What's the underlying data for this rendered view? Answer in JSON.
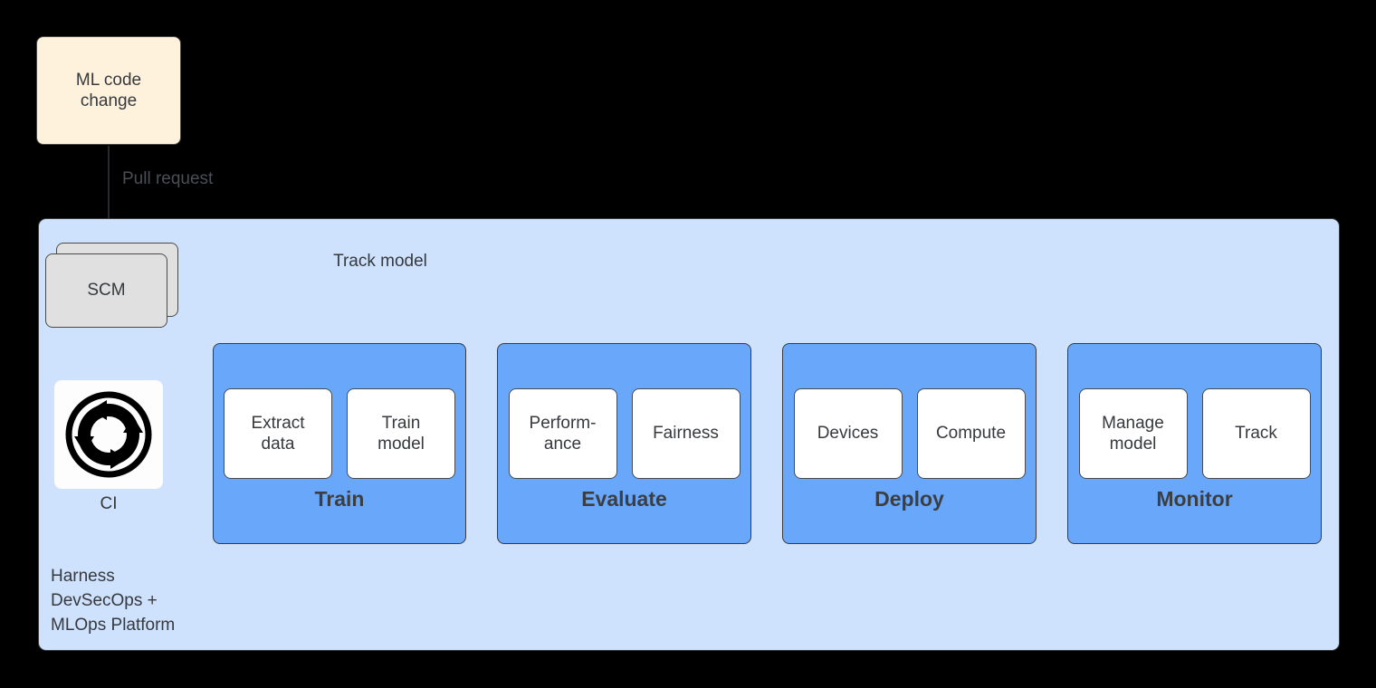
{
  "diagram": {
    "title": "Harness DevSecOps + MLOps Platform ML pipeline",
    "colors": {
      "background": "#000000",
      "platform_fill": "#cfe2fd",
      "stage_fill": "#69a7fb",
      "substep_fill": "#ffffff",
      "code_change_fill": "#fff2dd",
      "scm_fill": "#e0e0e0",
      "track_model_fill": "#fdeef7",
      "stroke": "#3b3b3b",
      "text": "#36393d"
    }
  },
  "nodes": {
    "ml_code_change": {
      "label": "ML code\nchange"
    },
    "scm": {
      "label": "SCM"
    },
    "ci": {
      "label": "CI",
      "icon": "circular-arrows-icon"
    },
    "track_model": {
      "label": "Track model"
    },
    "platform": {
      "label": "Harness\nDevSecOps +\nMLOps Platform"
    }
  },
  "edges": {
    "pull_request": {
      "label": "Pull request"
    }
  },
  "stages": [
    {
      "id": "train",
      "label": "Train",
      "substeps": [
        {
          "label": "Extract\ndata"
        },
        {
          "label": "Train\nmodel"
        }
      ]
    },
    {
      "id": "evaluate",
      "label": "Evaluate",
      "substeps": [
        {
          "label": "Perform-\nance"
        },
        {
          "label": "Fairness"
        }
      ]
    },
    {
      "id": "deploy",
      "label": "Deploy",
      "substeps": [
        {
          "label": "Devices"
        },
        {
          "label": "Compute"
        }
      ]
    },
    {
      "id": "monitor",
      "label": "Monitor",
      "substeps": [
        {
          "label": "Manage\nmodel"
        },
        {
          "label": "Track"
        }
      ]
    }
  ]
}
